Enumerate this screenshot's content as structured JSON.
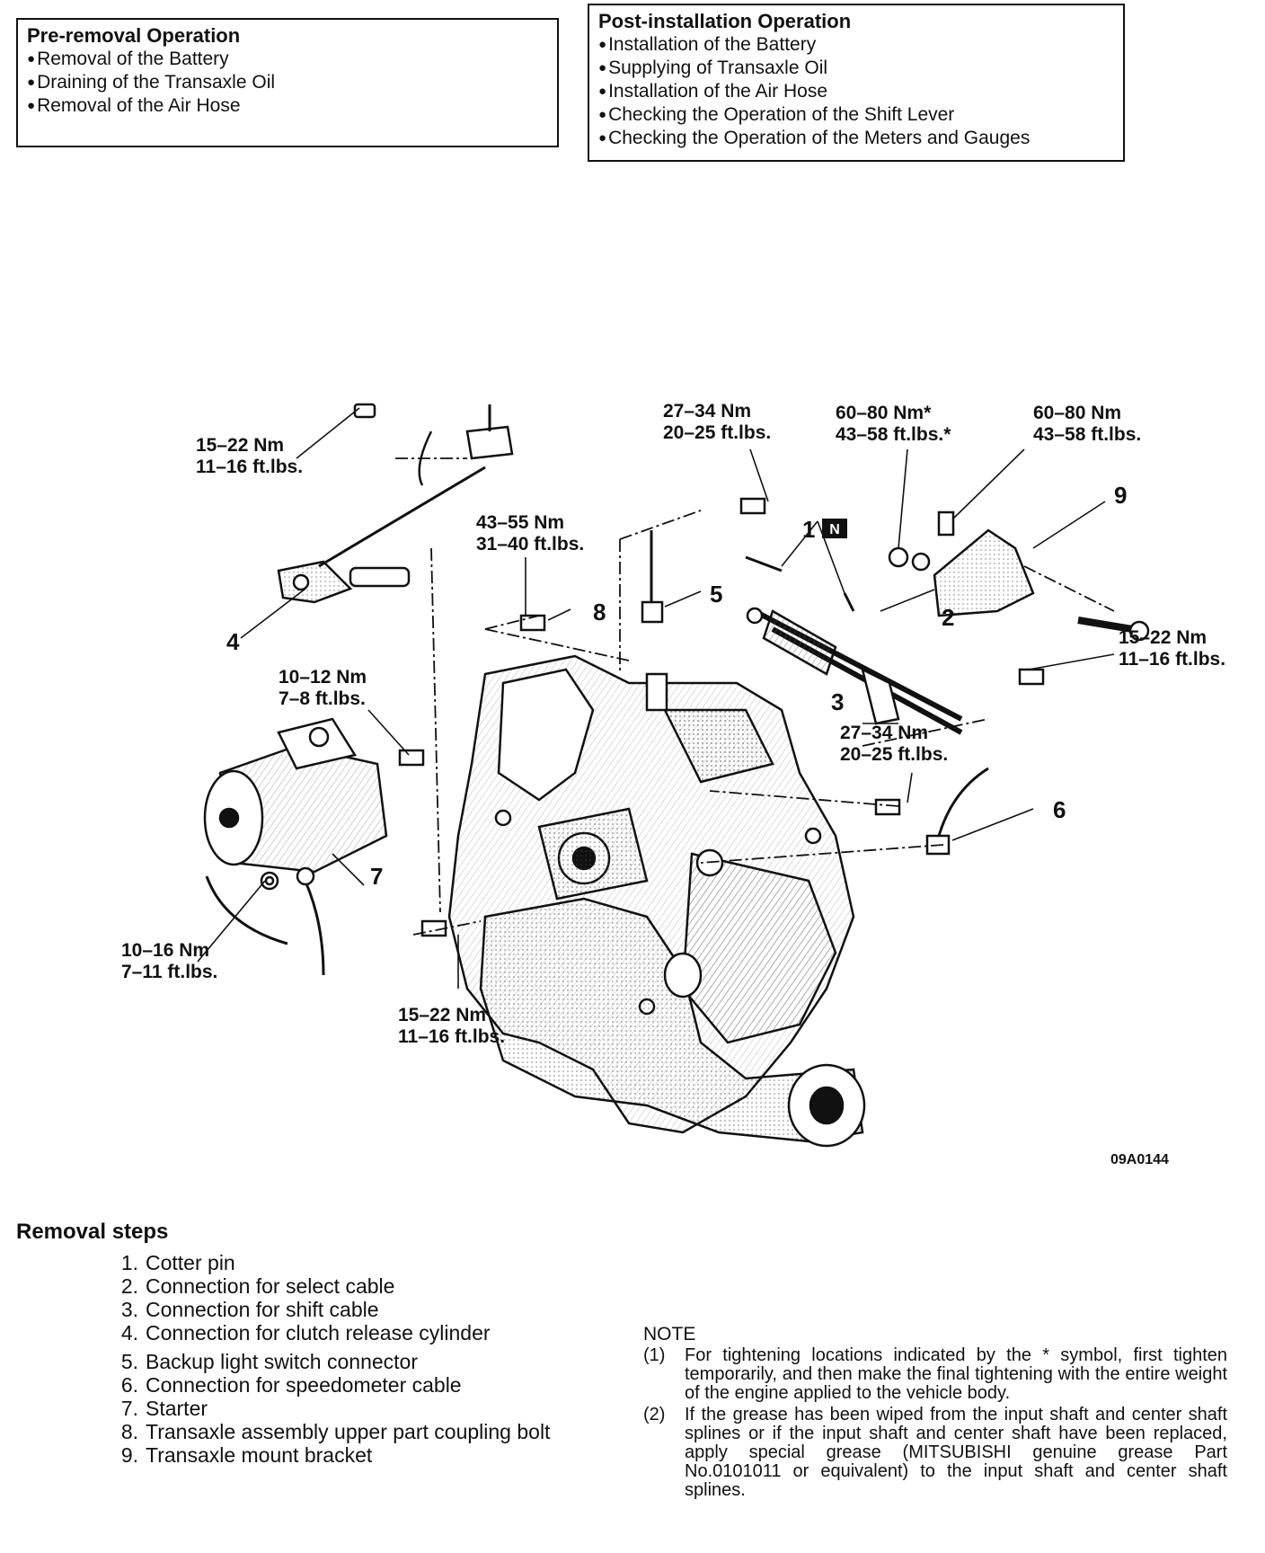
{
  "pre_removal": {
    "title": "Pre-removal Operation",
    "items": [
      "Removal of the Battery",
      "Draining of the Transaxle Oil",
      "Removal of the Air Hose"
    ]
  },
  "post_installation": {
    "title": "Post-installation Operation",
    "items": [
      "Installation of the Battery",
      "Supplying of Transaxle Oil",
      "Installation of the Air Hose",
      "Checking the Operation of the Shift Lever",
      "Checking the Operation of the Meters and Gauges"
    ]
  },
  "diagram": {
    "figure_id": "09A0144",
    "torque_specs": [
      {
        "nm": "15–22 Nm",
        "ft": "11–16 ft.lbs."
      },
      {
        "nm": "27–34 Nm",
        "ft": "20–25 ft.lbs."
      },
      {
        "nm": "60–80 Nm*",
        "ft": "43–58 ft.lbs.*"
      },
      {
        "nm": "60–80 Nm",
        "ft": "43–58 ft.lbs."
      },
      {
        "nm": "43–55 Nm",
        "ft": "31–40 ft.lbs."
      },
      {
        "nm": "15–22 Nm",
        "ft": "11–16 ft.lbs."
      },
      {
        "nm": "10–12 Nm",
        "ft": "7–8 ft.lbs."
      },
      {
        "nm": "27–34 Nm",
        "ft": "20–25 ft.lbs."
      },
      {
        "nm": "10–16 Nm",
        "ft": "7–11 ft.lbs."
      },
      {
        "nm": "15–22 Nm",
        "ft": "11–16 ft.lbs."
      }
    ],
    "callouts": [
      "1",
      "2",
      "3",
      "4",
      "5",
      "6",
      "7",
      "8",
      "9"
    ],
    "new_part_mark": "N"
  },
  "removal_steps": {
    "title": "Removal steps",
    "steps": [
      {
        "num": "1.",
        "text": "Cotter pin"
      },
      {
        "num": "2.",
        "text": "Connection for select cable"
      },
      {
        "num": "3.",
        "text": "Connection for shift cable"
      },
      {
        "num": "4.",
        "text": "Connection for clutch release cylinder"
      },
      {
        "num": "5.",
        "text": "Backup light switch connector"
      },
      {
        "num": "6.",
        "text": "Connection for speedometer cable"
      },
      {
        "num": "7.",
        "text": "Starter"
      },
      {
        "num": "8.",
        "text": "Transaxle assembly upper part coupling bolt"
      },
      {
        "num": "9.",
        "text": "Transaxle mount bracket"
      }
    ]
  },
  "note": {
    "title": "NOTE",
    "items": [
      {
        "num": "(1)",
        "text": "For tightening locations indicated by the * symbol, first tighten temporarily, and then make the final tightening with the entire weight of the engine applied to the vehicle body."
      },
      {
        "num": "(2)",
        "text": "If the grease has been wiped from the input shaft and center shaft splines or if the input shaft and center shaft have been replaced, apply special grease (MITSUBISHI genuine grease Part No.0101011 or equivalent) to the input shaft and center shaft splines."
      }
    ]
  }
}
